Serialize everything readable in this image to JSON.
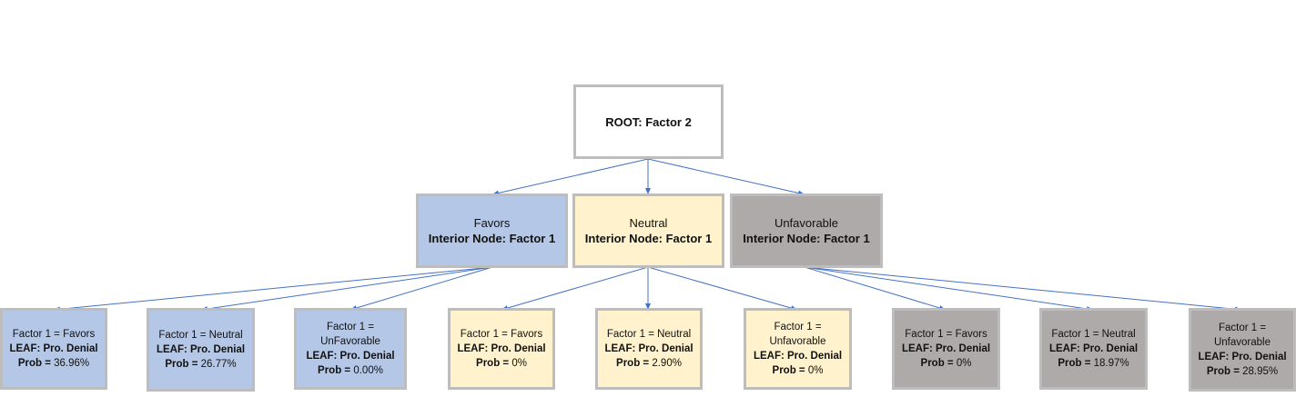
{
  "colors": {
    "favors": "#b4c7e7",
    "neutral": "#fff2cc",
    "unfavorable": "#aeaaaa",
    "edge": "#4472c4",
    "border": "#bdbdbd"
  },
  "root": {
    "label": "ROOT: Factor 2"
  },
  "interior": [
    {
      "title": "Favors",
      "subtitle": "Interior Node: Factor 1"
    },
    {
      "title": "Neutral",
      "subtitle": "Interior Node: Factor 1"
    },
    {
      "title": "Unfavorable",
      "subtitle": "Interior Node: Factor 1"
    }
  ],
  "leaves": [
    {
      "cond": "Factor 1 = Favors",
      "leaf": "LEAF: Pro. Denial",
      "prob_label": "Prob =",
      "prob": "36.96%"
    },
    {
      "cond": "Factor 1 = Neutral",
      "leaf": "LEAF: Pro. Denial",
      "prob_label": "Prob =",
      "prob": "26.77%"
    },
    {
      "cond": "Factor 1 = UnFavorable",
      "leaf": "LEAF: Pro. Denial",
      "prob_label": "Prob =",
      "prob": "0.00%"
    },
    {
      "cond": "Factor 1 = Favors",
      "leaf": "LEAF: Pro. Denial",
      "prob_label": "Prob =",
      "prob": "0%"
    },
    {
      "cond": "Factor 1 = Neutral",
      "leaf": "LEAF: Pro. Denial",
      "prob_label": "Prob =",
      "prob": "2.90%"
    },
    {
      "cond": "Factor 1 = Unfavorable",
      "leaf": "LEAF: Pro. Denial",
      "prob_label": "Prob =",
      "prob": "0%"
    },
    {
      "cond": "Factor 1 = Favors",
      "leaf": "LEAF: Pro. Denial",
      "prob_label": "Prob =",
      "prob": "0%"
    },
    {
      "cond": "Factor 1 = Neutral",
      "leaf": "LEAF: Pro. Denial",
      "prob_label": "Prob =",
      "prob": "18.97%"
    },
    {
      "cond": "Factor 1 = Unfavorable",
      "leaf": "LEAF: Pro. Denial",
      "prob_label": "Prob =",
      "prob": "28.95%"
    }
  ]
}
